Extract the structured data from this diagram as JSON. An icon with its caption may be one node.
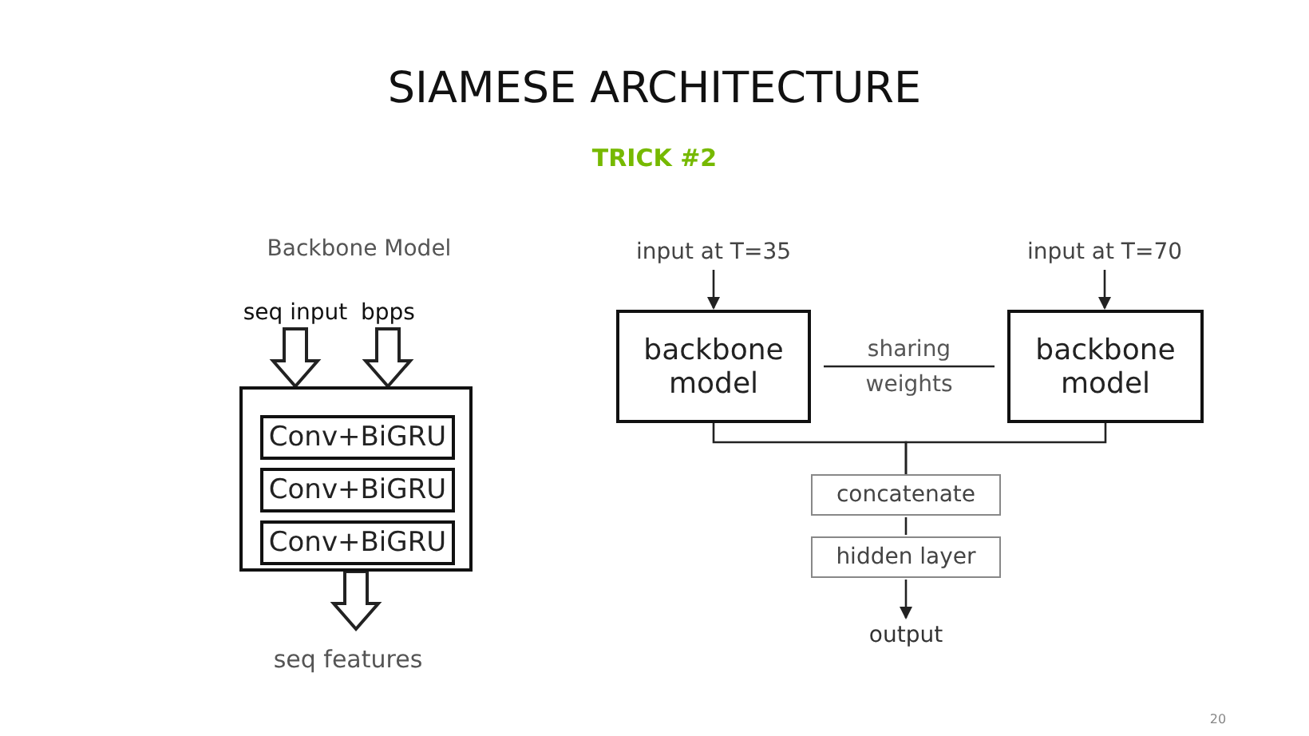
{
  "diagram": {
    "title": "SIAMESE ARCHITECTURE",
    "nodes": [
      {
        "text": [
          "seq input"
        ]
      },
      {
        "text": [
          "bpps"
        ]
      },
      {
        "text": [],
        "shape": "box"
      },
      {
        "text": [
          "Conv+BiGRU"
        ],
        "in": 2
      },
      {
        "text": [
          "Conv+BiGRU"
        ],
        "in": 2
      },
      {
        "text": [
          "Conv+BiGRU"
        ],
        "in": 2
      },
      {
        "text": [
          "seq features"
        ]
      },
      {
        "text": [
          "input at T=35"
        ]
      },
      {
        "text": [
          "input at T=70"
        ]
      },
      {
        "text": [
          "backbone model"
        ]
      },
      {
        "text": [
          "backbone model"
        ]
      },
      {
        "text": [
          "concatenate"
        ]
      },
      {
        "text": [
          "hidden layer"
        ]
      },
      {
        "text": [
          "output"
        ]
      }
    ],
    "edges": [
      {
        "from": 0,
        "to": 2,
        "arrow": "to",
        "style": "thick"
      },
      {
        "from": 1,
        "to": 2,
        "arrow": "to",
        "style": "thick"
      },
      {
        "from": 2,
        "to": 6,
        "arrow": "to",
        "style": "thick"
      },
      {
        "from": 7,
        "to": 9,
        "arrow": "to"
      },
      {
        "from": 8,
        "to": 10,
        "arrow": "to"
      },
      {
        "from": 9,
        "to": 10,
        "arrow": "none",
        "label": "sharing weights"
      },
      {
        "from": 9,
        "to": 11,
        "arrow": "none"
      },
      {
        "from": 10,
        "to": 11,
        "arrow": "none"
      },
      {
        "from": 11,
        "to": 12,
        "arrow": "none"
      },
      {
        "from": 12,
        "to": 13,
        "arrow": "to"
      }
    ],
    "labels": [
      "TRICK #2",
      "Backbone Model",
      "20"
    ]
  }
}
